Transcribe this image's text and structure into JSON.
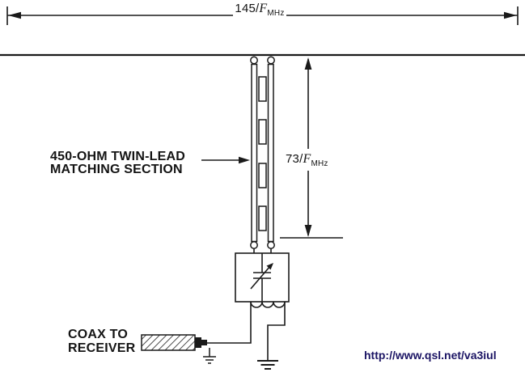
{
  "labels": {
    "top_dimension": {
      "value": "145/",
      "variable": "F",
      "subscript": "MHz"
    },
    "stub_dimension": {
      "value": "73/",
      "variable": "F",
      "subscript": "MHz"
    },
    "matching_section": {
      "line1": "450-OHM TWIN-LEAD",
      "line2": "MATCHING SECTION"
    },
    "coax": {
      "line1": "COAX TO",
      "line2": "RECEIVER"
    },
    "url": "http://www.qsl.net/va3iul"
  },
  "colors": {
    "ink": "#1a1a1a",
    "url_text": "#1b1464",
    "background": "#ffffff"
  }
}
